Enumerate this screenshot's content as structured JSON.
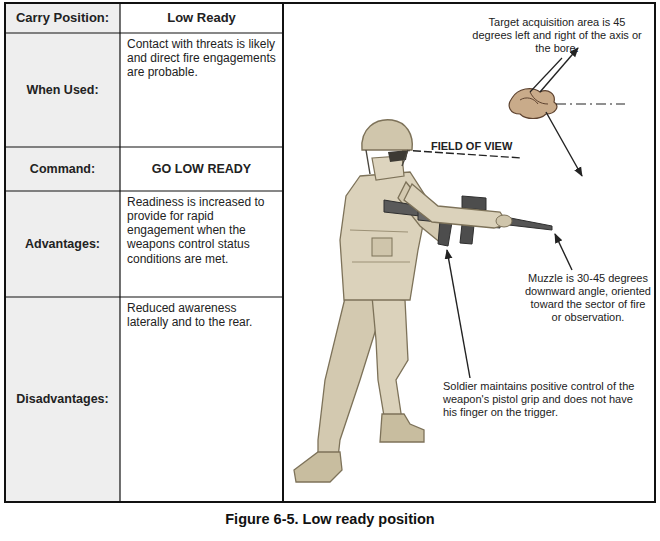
{
  "diagram": {
    "caption": "Figure 6-5. Low ready position",
    "labels": [
      "Carry Position:",
      "Low Ready",
      "When Used:",
      "Contact with threats is likely and direct fire engagements are probable.",
      "Command:",
      "GO LOW READY",
      "Advantages:",
      "Readiness is increased to provide for rapid engagement when the weapons control status conditions are met.",
      "Disadvantages:",
      "Reduced awareness laterally and to the rear.",
      "Target acquisition area is 45 degrees left and right of the axis or the bore.",
      "FIELD OF VIEW",
      "Muzzle is 30-45 degrees downward angle, oriented toward the sector of fire or observation.",
      "Soldier maintains positive control of the weapon's pistol grip and does not have his finger on the trigger."
    ]
  }
}
